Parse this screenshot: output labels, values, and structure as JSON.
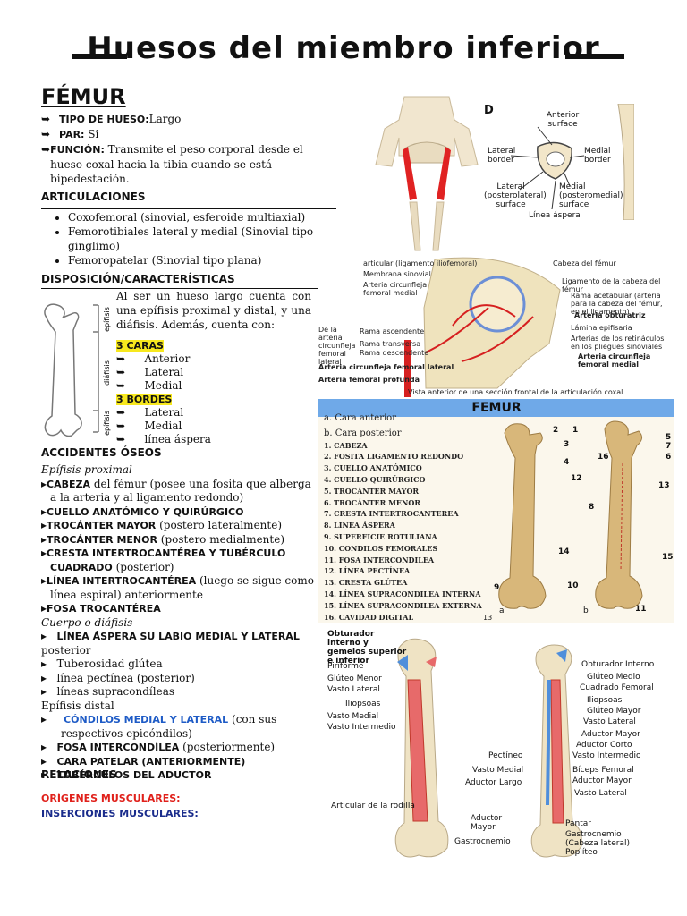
{
  "title": "Huesos del miembro inferior",
  "femur_heading": "FÉMUR",
  "intro": [
    {
      "key": "TIPO DE HUESO:",
      "value": "Largo"
    },
    {
      "key": "PAR:",
      "value": "Si"
    },
    {
      "key": "FUNCIÓN:",
      "value": "Transmite el peso corporal desde el hueso coxal hacia la tibia cuando se está bipedestación."
    }
  ],
  "articulaciones": {
    "heading": "ARTICULACIONES",
    "items": [
      "Coxofemoral (sinovial, esferoide multiaxial)",
      "Femorotibiales lateral y medial (Sinovial tipo ginglimo)",
      "Femoropatelar (Sinovial tipo plana)"
    ]
  },
  "disposicion": {
    "heading": "DISPOSICIÓN/CARACTERÍSTICAS",
    "text": "Al ser un hueso largo cuenta con una epífisis proximal y distal, y una diáfisis. Además, cuenta con:",
    "caras_label": "3 CARAS",
    "caras": [
      "Anterior",
      "Lateral",
      "Medial"
    ],
    "bordes_label": "3 BORDES",
    "bordes": [
      "Lateral",
      "Medial",
      "línea áspera"
    ],
    "bone_labels": [
      "epífisis",
      "diáfisis",
      "epífisis"
    ]
  },
  "accidentes": {
    "heading": "ACCIDENTES ÓSEOS",
    "proximal_label": "Epífisis proximal",
    "proximal": [
      {
        "k": "CABEZA",
        "t": " del fémur (posee una fosita que alberga a la arteria y al ligamento redondo)"
      },
      {
        "k": "CUELLO ANATÓMICO Y QUIRÚRGICO",
        "t": ""
      },
      {
        "k": "TROCÁNTER MAYOR",
        "t": " (postero lateralmente)"
      },
      {
        "k": "TROCÁNTER MENOR",
        "t": " (postero medialmente)"
      },
      {
        "k": "CRESTA INTERTROCANTÉREA Y TUBÉRCULO CUADRADO",
        "t": " (posterior)"
      },
      {
        "k": "LÍNEA INTERTROCANTÉREA",
        "t": " (luego se sigue como línea espiral) anteriormente"
      },
      {
        "k": "FOSA TROCANTÉREA",
        "t": ""
      }
    ],
    "cuerpo_label": "Cuerpo o diáfisis",
    "cuerpo": [
      {
        "k": "LÍNEA ÁSPERA SU LABIO MEDIAL Y LATERAL",
        "t": " posterior"
      },
      {
        "k": "",
        "t": "Tuberosidad glútea"
      },
      {
        "k": "",
        "t": "línea pectínea (posterior)"
      },
      {
        "k": "",
        "t": "líneas supracondíleas"
      }
    ],
    "distal_label": "Epífisis distal",
    "distal": [
      {
        "k": "CÓNDILOS MEDIAL Y LATERAL",
        "t": " (con sus respectivos epicóndilos)"
      },
      {
        "k": "FOSA INTERCONDÍLEA",
        "t": " (posteriormente)"
      },
      {
        "k": "CARA PATELAR (ANTERIORMENTE)",
        "t": ""
      },
      {
        "k": "TUBÉRCULOS DEL ADUCTOR",
        "t": ""
      }
    ]
  },
  "relaciones": {
    "heading": "RELACIONES",
    "origenes": "ORÍGENES MUSCULARES:",
    "inserciones": "INSERCIONES MUSCULARES:"
  },
  "cross_section": {
    "letter": "D",
    "labels": [
      "Anterior surface",
      "Lateral border",
      "Medial border",
      "Lateral (posterolateral) surface",
      "Medial (posteromedial) surface",
      "Línea áspera"
    ]
  },
  "hip": {
    "labels_left": [
      "articular (ligamento iliofemoral)",
      "Membrana sinovial",
      "Arteria circunfleja femoral medial",
      "De la arteria circunfleja femoral lateral",
      "Rama ascendente",
      "Rama transversa",
      "Rama descendente",
      "Arteria circunfleja femoral lateral",
      "Arteria femoral profunda"
    ],
    "labels_right": [
      "Cabeza del fémur",
      "Ligamento de la cabeza del fémur",
      "Rama acetabular (arteria para la cabeza del fémur, en el ligamento)",
      "Arteria obturatriz",
      "Lámina epifisaria",
      "Arterias de los retináculos en los pliegues sinoviales",
      "Arteria circunfleja femoral medial"
    ],
    "caption": "Vista anterior de una sección frontal de la articulación coxal"
  },
  "femur_panel": {
    "title": "FEMUR",
    "items": [
      "a. Cara anterior",
      "b. Cara posterior",
      "1. CABEZA",
      "2. FOSITA LIGAMENTO REDONDO",
      "3. CUELLO ANATÓMICO",
      "4. CUELLO QUIRÚRGICO",
      "5. TROCÁNTER MAYOR",
      "6. TROCÁNTER MENOR",
      "7. CRESTA INTERTROCANTEREA",
      "8. LINEA ÁSPERA",
      "9. SUPERFICIE ROTULIANA",
      "10. CONDILOS FEMORALES",
      "11. FOSA INTERCONDILEA",
      "12. LÍNEA PECTÍNEA",
      "13. CRESTA GLÚTEA",
      "14. LÍNEA SUPRACONDILEA INTERNA",
      "15. LÍNEA SUPRACONDILEA EXTERNA",
      "16. CAVIDAD DIGITAL"
    ],
    "numbers": [
      "2",
      "3",
      "4",
      "1",
      "5",
      "16",
      "7",
      "6",
      "12",
      "13",
      "8",
      "14",
      "15",
      "9",
      "10",
      "11",
      "a",
      "b",
      "13"
    ]
  },
  "muscles": {
    "left_labels": [
      "Obturador interno y gemelos superior e inferior",
      "Piriforme",
      "Glúteo Menor",
      "Vasto Lateral",
      "Iliopsoas",
      "Vasto Medial",
      "Vasto Intermedio",
      "Articular de la rodilla",
      "Aductor Mayor",
      "Gastrocnemio"
    ],
    "right_labels": [
      "Obturador Interno",
      "Glúteo Medio",
      "Cuadrado Femoral",
      "Iliopsoas",
      "Glúteo Mayor",
      "Vasto Lateral",
      "Aductor Mayor",
      "Aductor Corto",
      "Vasto Intermedio",
      "Pectíneo",
      "Vasto Medial",
      "Aductor Largo",
      "Bíceps Femoral",
      "Aductor Mayor",
      "Vasto Lateral",
      "Pantar",
      "Gastrocnemio (Cabeza lateral)",
      "Poplíteo"
    ]
  }
}
